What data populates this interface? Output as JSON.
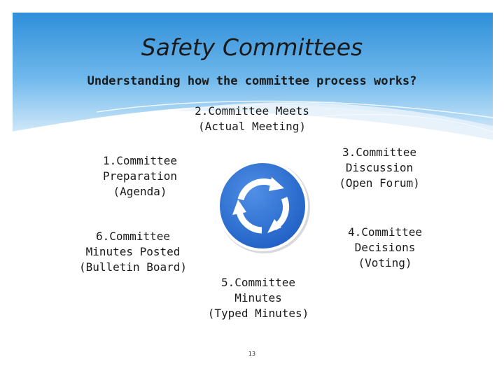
{
  "slide": {
    "title": "Safety Committees",
    "subtitle": "Understanding how the committee process works?",
    "page_number": "13"
  },
  "diagram": {
    "center_icon": "circular-arrows-cycle-icon",
    "colors": {
      "header_blue": "#2f8fd9",
      "icon_blue": "#2d6fd0",
      "text": "#1a1a1a"
    },
    "steps": [
      {
        "lines": [
          "2.Committee Meets",
          "(Actual Meeting)"
        ]
      },
      {
        "lines": [
          "3.Committee",
          "Discussion",
          "(Open Forum)"
        ]
      },
      {
        "lines": [
          "4.Committee",
          "Decisions",
          "(Voting)"
        ]
      },
      {
        "lines": [
          "5.Committee",
          "Minutes",
          "(Typed Minutes)"
        ]
      },
      {
        "lines": [
          "6.Committee",
          "Minutes Posted",
          "(Bulletin Board)"
        ]
      },
      {
        "lines": [
          "1.Committee",
          "Preparation",
          "(Agenda)"
        ]
      }
    ]
  }
}
